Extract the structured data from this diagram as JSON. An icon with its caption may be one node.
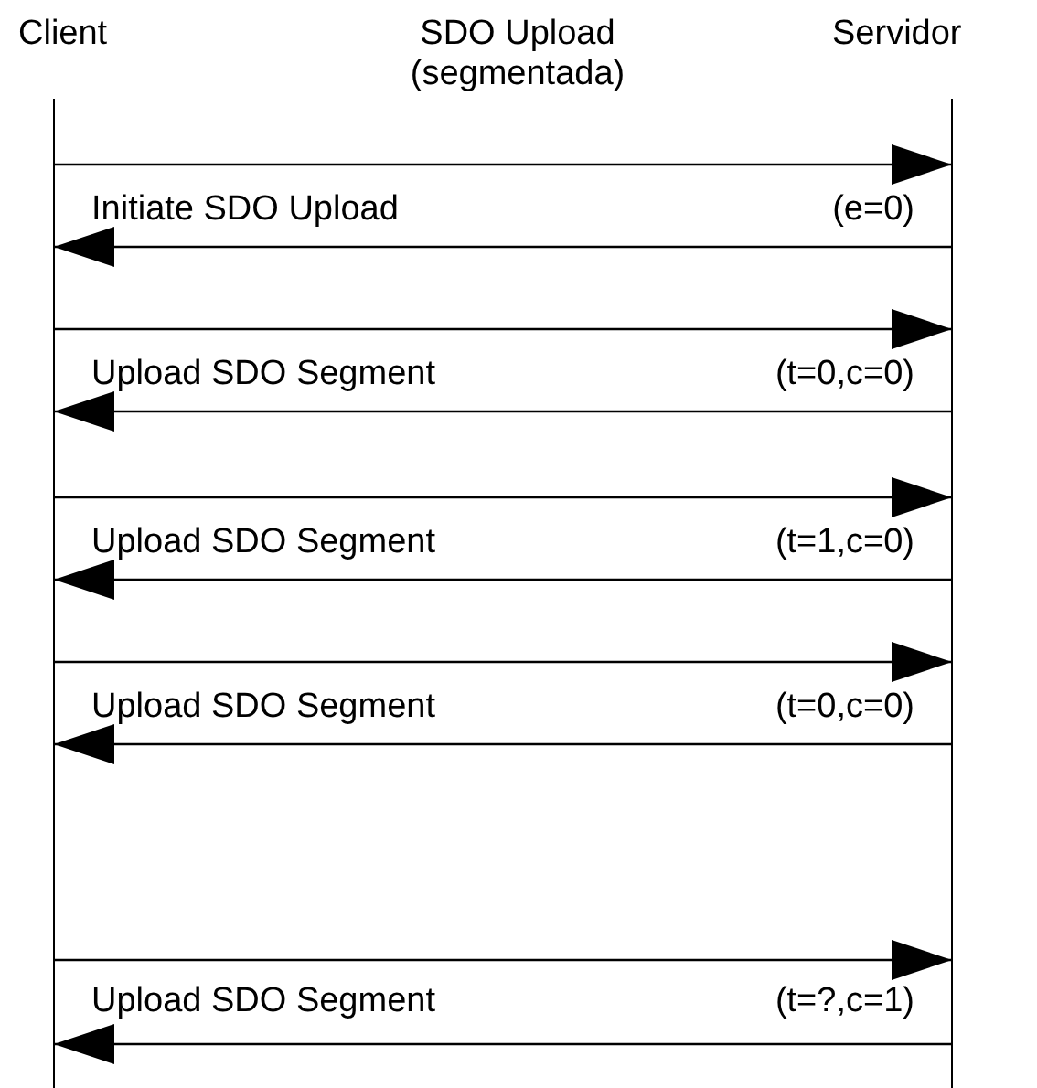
{
  "diagram": {
    "nodes": [
      {
        "text": [
          "Client"
        ]
      },
      {
        "text": [
          "Servidor"
        ]
      }
    ],
    "edges": [
      {
        "from": 0,
        "to": 1,
        "arrow": "to"
      },
      {
        "from": 1,
        "to": 0,
        "arrow": "to"
      },
      {
        "from": 0,
        "to": 1,
        "arrow": "to"
      },
      {
        "from": 1,
        "to": 0,
        "arrow": "to"
      },
      {
        "from": 0,
        "to": 1,
        "arrow": "to"
      },
      {
        "from": 1,
        "to": 0,
        "arrow": "to"
      },
      {
        "from": 0,
        "to": 1,
        "arrow": "to"
      },
      {
        "from": 1,
        "to": 0,
        "arrow": "to"
      },
      {
        "from": 0,
        "to": 1,
        "arrow": "to"
      },
      {
        "from": 1,
        "to": 0,
        "arrow": "to"
      }
    ],
    "labels": [
      "SDO Upload (segmentada)",
      "Initiate SDO Upload",
      "(e=0)",
      "Upload SDO Segment",
      "(t=0,c=0)",
      "Upload SDO Segment",
      "(t=1,c=0)",
      "Upload SDO Segment",
      "(t=0,c=0)",
      "Upload SDO Segment",
      "(t=?,c=1)"
    ]
  }
}
